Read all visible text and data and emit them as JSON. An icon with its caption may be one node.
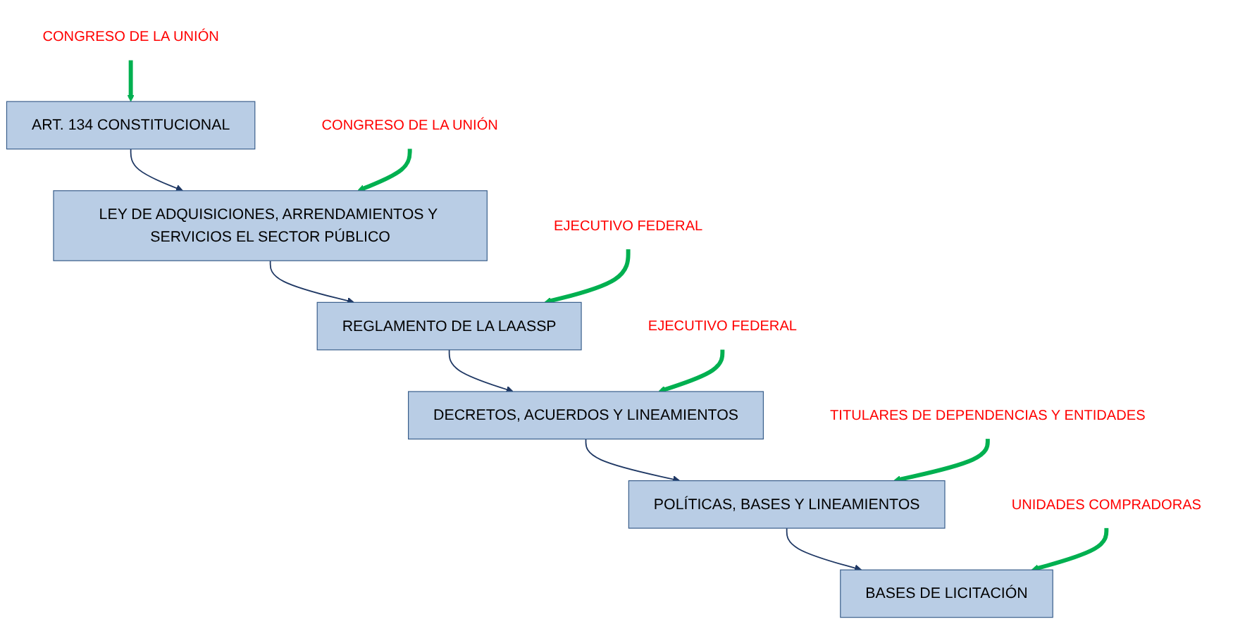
{
  "diagram": {
    "nodes": [
      {
        "text": [
          "ART. 134 CONSTITUCIONAL"
        ]
      },
      {
        "text": [
          "CONGRESO DE LA UNIÓN"
        ]
      },
      {
        "text": [
          "LEY DE ADQUISICIONES, ARRENDAMIENTOS Y SERVICIOS EL SECTOR PÚBLICO"
        ]
      },
      {
        "text": [
          "CONGRESO DE LA UNIÓN"
        ]
      },
      {
        "text": [
          "REGLAMENTO DE LA LAASSP"
        ]
      },
      {
        "text": [
          "EJECUTIVO FEDERAL"
        ]
      },
      {
        "text": [
          "DECRETOS, ACUERDOS Y LINEAMIENTOS"
        ]
      },
      {
        "text": [
          "EJECUTIVO FEDERAL"
        ]
      },
      {
        "text": [
          "POLÍTICAS, BASES Y LINEAMIENTOS"
        ]
      },
      {
        "text": [
          "TITULARES DE DEPENDENCIAS Y ENTIDADES"
        ]
      },
      {
        "text": [
          "BASES DE LICITACIÓN"
        ]
      },
      {
        "text": [
          "UNIDADES COMPRADORAS"
        ]
      }
    ],
    "edges": [
      {
        "from": 0,
        "to": 2,
        "arrow": "to",
        "color": "#1f3864"
      },
      {
        "from": 2,
        "to": 4,
        "arrow": "to",
        "color": "#1f3864"
      },
      {
        "from": 4,
        "to": 6,
        "arrow": "to",
        "color": "#1f3864"
      },
      {
        "from": 6,
        "to": 8,
        "arrow": "to",
        "color": "#1f3864"
      },
      {
        "from": 8,
        "to": 10,
        "arrow": "to",
        "color": "#1f3864"
      },
      {
        "from": 1,
        "to": 0,
        "arrow": "to",
        "color": "#00b050"
      },
      {
        "from": 3,
        "to": 2,
        "arrow": "to",
        "color": "#00b050"
      },
      {
        "from": 5,
        "to": 4,
        "arrow": "to",
        "color": "#00b050"
      },
      {
        "from": 7,
        "to": 6,
        "arrow": "to",
        "color": "#00b050"
      },
      {
        "from": 9,
        "to": 8,
        "arrow": "to",
        "color": "#00b050"
      },
      {
        "from": 11,
        "to": 10,
        "arrow": "to",
        "color": "#00b050"
      }
    ]
  }
}
